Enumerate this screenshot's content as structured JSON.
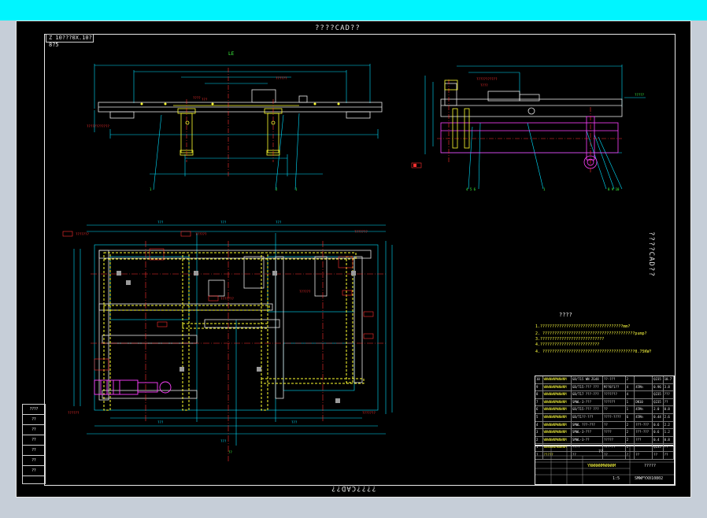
{
  "watermark": "????CAD??",
  "tag_label": "Z 10???0X.10?8?5",
  "views": {
    "top_left_title": "LE"
  },
  "notes": {
    "title": "????",
    "lines": [
      "1.???????????????????????????????????mm?",
      "2. ???????????????????????????????????????pump?",
      "3.???????????????????????????",
      "4.?????????????????????????",
      "4. ???????????????????????????????????????0.75KW?"
    ]
  },
  "left_table": {
    "cells": [
      "????",
      "??",
      "??",
      "??",
      "??",
      "??",
      "??"
    ]
  },
  "parts_table": {
    "rows": [
      [
        "10",
        "WNWNWNMWNWNM",
        "GB/T15 WN ZG48",
        "??-???",
        "2",
        "",
        "Q235",
        "10.7"
      ],
      [
        "9",
        "WNWNWNMWNWNM",
        "GB/T15-??? ???",
        "M??8?1??",
        "4",
        "45Mn",
        "0.96",
        "3.8"
      ],
      [
        "8",
        "WNWNWNMWNWNM",
        "GB/T17 ???-???",
        "???????",
        "4",
        "",
        "Q235",
        "???"
      ],
      [
        "7",
        "WNWNWNMWNWNM",
        "SMWL-3-???",
        "??????",
        "1",
        "DN10",
        "Q235",
        "??"
      ],
      [
        "6",
        "WNWNWNMWNWNM",
        "GB/T15-??? ???",
        "??",
        "1",
        "45Mn",
        "2.0",
        "0.8"
      ],
      [
        "5",
        "WNWNWNMWNWNM",
        "GB/T1??-???",
        "????-????",
        "6",
        "45Mn",
        "0.44",
        "2.6"
      ],
      [
        "4",
        "WNWNWNMWNWNM",
        "SMWL ???-???",
        "??",
        "2",
        "???-???",
        "0.6",
        "2.2"
      ],
      [
        "3",
        "WNWNWNMWNWNM",
        "SMWL-3-???",
        "????",
        "2",
        "???-???",
        "0.6",
        "1.2"
      ],
      [
        "2",
        "WNWNWNMWNWNM",
        "SMWL-3-??",
        "?????",
        "2",
        "???",
        "0.4",
        "0.8"
      ],
      [
        "1",
        "WNWNWNMWNWNM",
        "????",
        "???-??",
        "1",
        "",
        "Q235",
        "??"
      ]
    ],
    "header": [
      "?",
      "?????",
      "??",
      "??",
      "?",
      "??",
      "??",
      "??"
    ]
  },
  "title_block": {
    "name": "??",
    "company": "?????",
    "drawing_no": "SMWFYX010802",
    "drawing_code": "YNWNWNMWNWNM",
    "scale": "1:5"
  }
}
